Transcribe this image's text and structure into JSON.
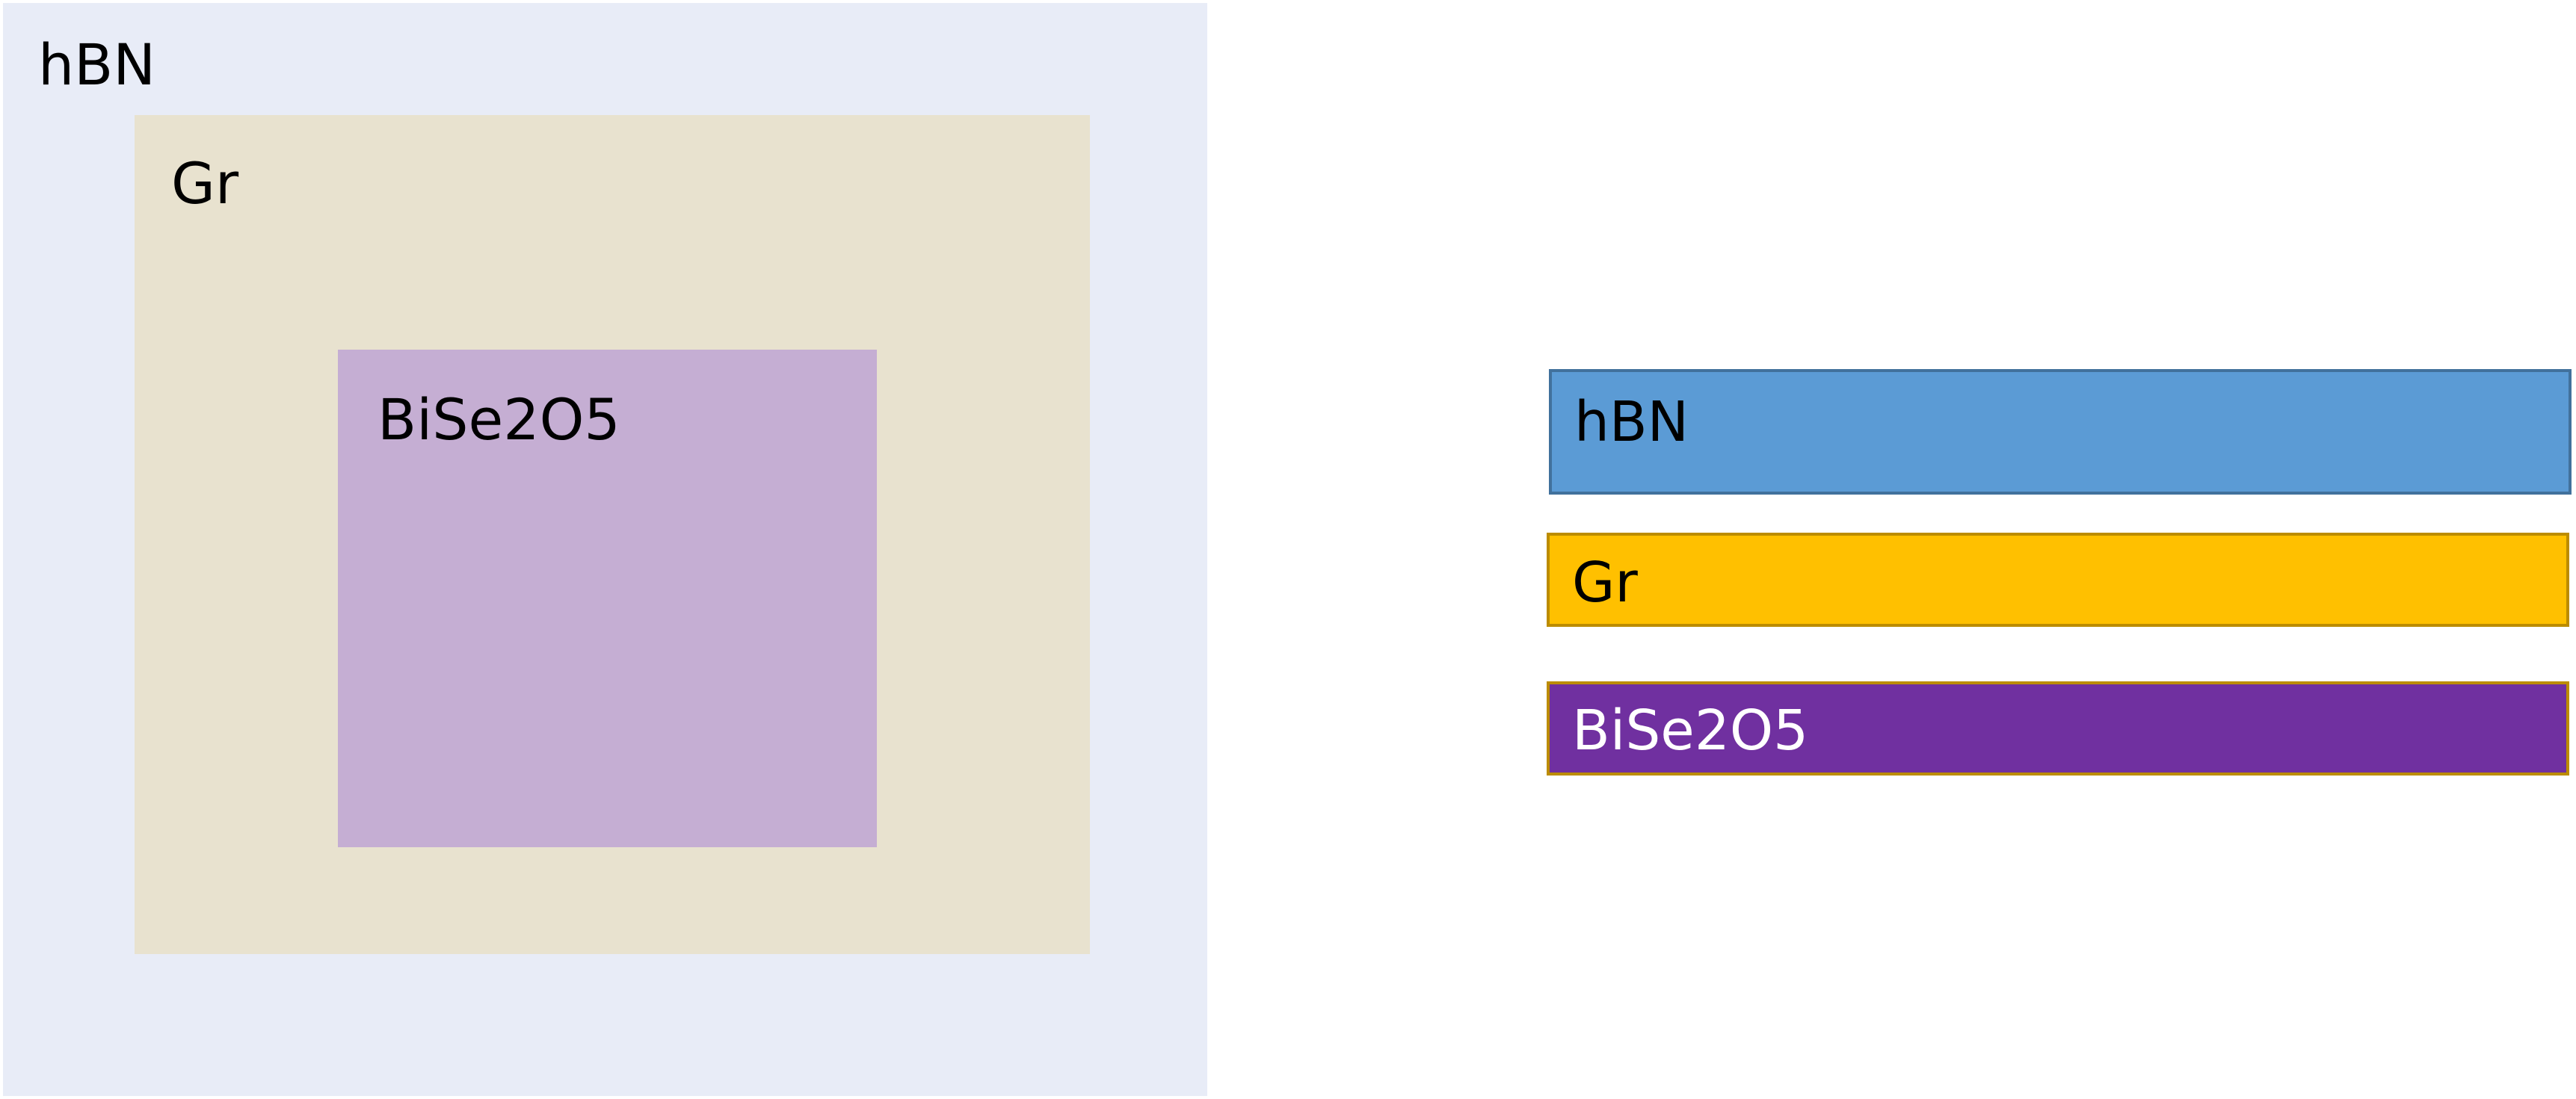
{
  "top_view": {
    "hbn": {
      "label": "hBN",
      "fill": "#e8ecf7",
      "text_color": "#000000"
    },
    "gr": {
      "label": "Gr",
      "fill": "#e8e2cf",
      "text_color": "#000000"
    },
    "bise2o5": {
      "label": "BiSe2O5",
      "fill": "#c5aed3",
      "text_color": "#000000"
    }
  },
  "side_view": {
    "hbn": {
      "label": "hBN",
      "fill": "#5b9bd5",
      "border": "#41719c",
      "text_color": "#000000"
    },
    "gr": {
      "label": "Gr",
      "fill": "#ffc000",
      "border": "#bc8c00",
      "text_color": "#000000"
    },
    "bise2o5": {
      "label": "BiSe2O5",
      "fill": "#7030a0",
      "border": "#bc8c00",
      "text_color": "#ffffff"
    }
  }
}
